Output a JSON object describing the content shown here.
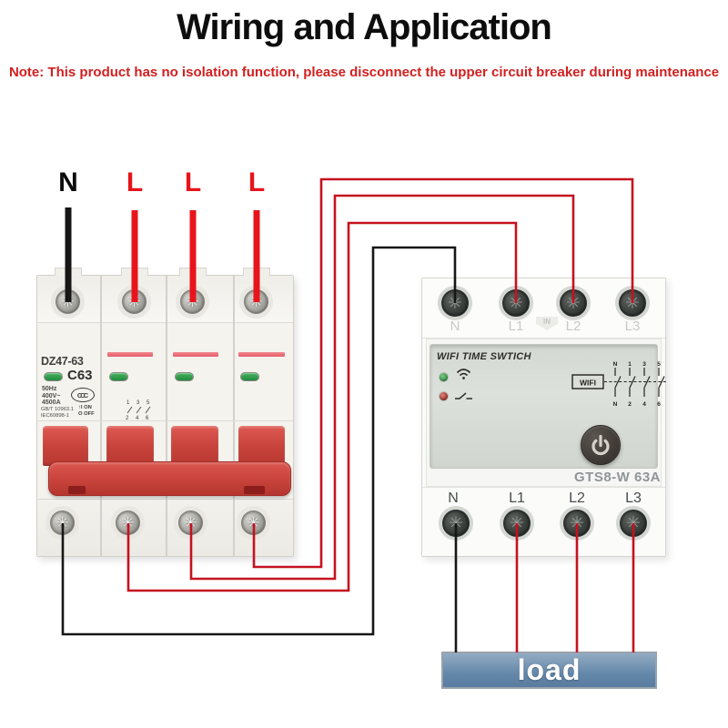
{
  "header": {
    "title": "Wiring and Application",
    "note": "Note: This product has no isolation function, please disconnect the upper circuit breaker during maintenance"
  },
  "feed": {
    "neutral": "N",
    "live": "L"
  },
  "breaker": {
    "model": "DZ47-63",
    "rating": "C63",
    "specs": [
      "50Hz",
      "400V~",
      "4500A"
    ],
    "standards": [
      "GB/T 10963.1",
      "IEC60898-1"
    ],
    "on_label": "I ON",
    "off_label": "O OFF",
    "cert_mark": "CCC",
    "pole_schematic_top": "1 3 5",
    "pole_schematic_bottom": "2 4 6"
  },
  "timer_switch": {
    "panel_title": "WIFI TIME SWTICH",
    "model": "GTS8-W 63A",
    "in_badge": "IN",
    "wifi_box_label": "WIFI",
    "top_terminals": [
      "N",
      "L1",
      "L2",
      "L3"
    ],
    "bottom_terminals": [
      "N",
      "L1",
      "L2",
      "L3"
    ],
    "schematic_top_labels": [
      "N",
      "1",
      "3",
      "5"
    ],
    "schematic_bottom_labels": [
      "N",
      "2",
      "4",
      "6"
    ]
  },
  "load": {
    "label": "load"
  },
  "colors": {
    "wire_live_feed": "#e8141c",
    "wire_live_link": "#c5121f",
    "wire_neutral": "#161616",
    "breaker_handle_red": "#cc463f",
    "load_bar_blue": "#6488aa",
    "note_red": "#d22020",
    "indicator_green": "#2f9c47"
  }
}
